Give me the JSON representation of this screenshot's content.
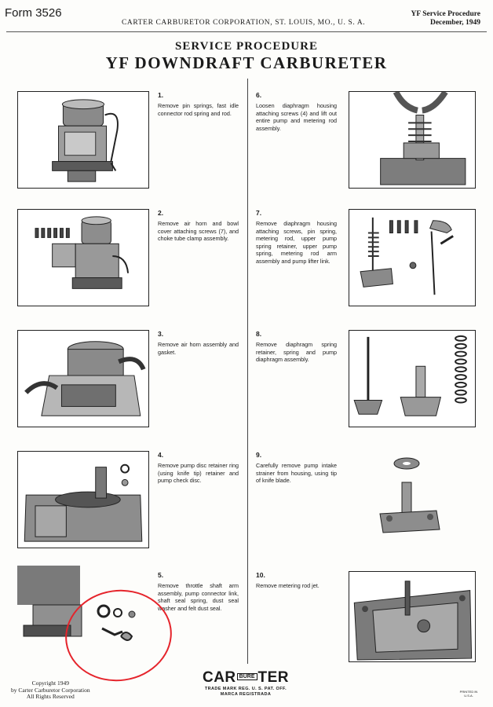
{
  "header": {
    "form_number": "Form 3526",
    "company": "CARTER CARBURETOR CORPORATION, ST. LOUIS, MO., U. S. A.",
    "doc_type": "YF Service Procedure",
    "date": "December, 1949"
  },
  "title": {
    "line1": "SERVICE PROCEDURE",
    "line2": "YF DOWNDRAFT CARBURETER"
  },
  "steps_left": [
    {
      "num": "1.",
      "text": "Remove pin springs, fast idle connector rod spring and rod."
    },
    {
      "num": "2.",
      "text": "Remove air horn and bowl cover attaching screws (7), and choke tube clamp assembly."
    },
    {
      "num": "3.",
      "text": "Remove air horn assembly and gasket."
    },
    {
      "num": "4.",
      "text": "Remove pump disc retainer ring (using knife tip) retainer and pump check disc."
    },
    {
      "num": "5.",
      "text": "Remove throttle shaft arm assembly, pump connector link, shaft seal spring, dust seal washer and felt dust seal."
    }
  ],
  "steps_right": [
    {
      "num": "6.",
      "text": "Loosen diaphragm housing attaching screws (4) and lift out entire pump and metering rod assembly."
    },
    {
      "num": "7.",
      "text": "Remove diaphragm housing attaching screws, pin spring, metering rod, upper pump spring retainer, upper pump spring, metering rod arm assembly and pump lifter link."
    },
    {
      "num": "8.",
      "text": "Remove diaphragm spring retainer, spring and pump diaphragm assembly."
    },
    {
      "num": "9.",
      "text": "Carefully remove pump intake strainer from housing, using tip of knife blade."
    },
    {
      "num": "10.",
      "text": "Remove metering rod jet."
    }
  ],
  "footer": {
    "copyright_line1": "Copyright 1949",
    "copyright_line2": "by Carter Carburetor Corporation",
    "copyright_line3": "All Rights Reserved",
    "logo_left": "CAR",
    "logo_mid": "BURE",
    "logo_right": "TER",
    "trademark": "TRADE MARK REG. U. S. PAT. OFF.",
    "marca": "MARCA REGISTRADA",
    "printed": "PRINTED IN U.S.A."
  },
  "annotation": {
    "color": "#e5242b"
  },
  "icons": [
    "carburetor-illustration-1",
    "carburetor-illustration-2",
    "carburetor-illustration-3",
    "carburetor-illustration-4",
    "carburetor-illustration-5",
    "pump-assembly-illustration-6",
    "pump-parts-illustration-7",
    "diaphragm-spring-illustration-8",
    "strainer-illustration-9",
    "bowl-jet-illustration-10"
  ]
}
